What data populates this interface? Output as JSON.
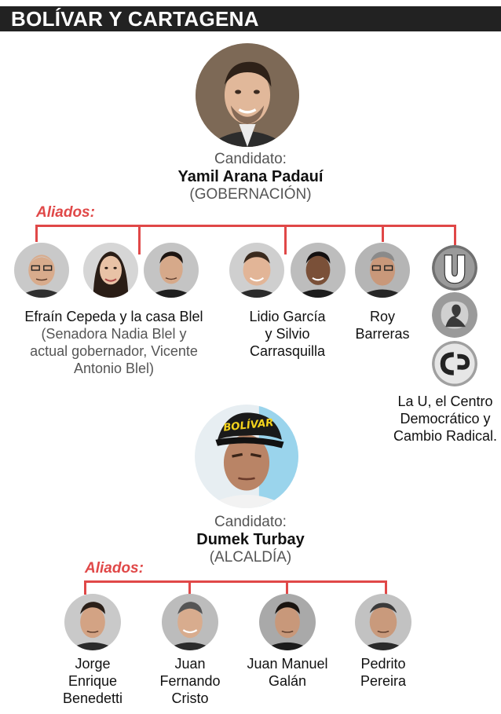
{
  "header": {
    "title": "BOLÍVAR Y CARTAGENA"
  },
  "accent_color": "#e04848",
  "governor": {
    "role": "Candidato:",
    "name": "Yamil Arana Padauí",
    "office": "(GOBERNACIÓN)",
    "allies_label": "Aliados:",
    "allies": [
      {
        "line1": "Efraín Cepeda y la casa Blel",
        "sub1": "(Senadora Nadia Blel y",
        "sub2": "actual gobernador, Vicente",
        "sub3": "Antonio Blel)"
      },
      {
        "line1": "Lidio García",
        "line2": "y Silvio",
        "line3": "Carrasquilla"
      },
      {
        "line1": "Roy",
        "line2": "Barreras"
      },
      {
        "line1": "La U, el Centro",
        "line2": "Democrático y",
        "line3": "Cambio Radical."
      }
    ],
    "party_icons": [
      "la-u-logo-icon",
      "centro-democratico-logo-icon",
      "cambio-radical-logo-icon"
    ]
  },
  "mayor": {
    "role": "Candidato:",
    "name": "Dumek Turbay",
    "office": "(ALCALDÍA)",
    "cap_text": "BOLÍVAR",
    "allies_label": "Aliados:",
    "allies": [
      {
        "line1": "Jorge",
        "line2": "Enrique",
        "line3": "Benedetti"
      },
      {
        "line1": "Juan",
        "line2": "Fernando",
        "line3": "Cristo"
      },
      {
        "line1": "Juan Manuel",
        "line2": "Galán"
      },
      {
        "line1": "Pedrito",
        "line2": "Pereira"
      }
    ]
  }
}
